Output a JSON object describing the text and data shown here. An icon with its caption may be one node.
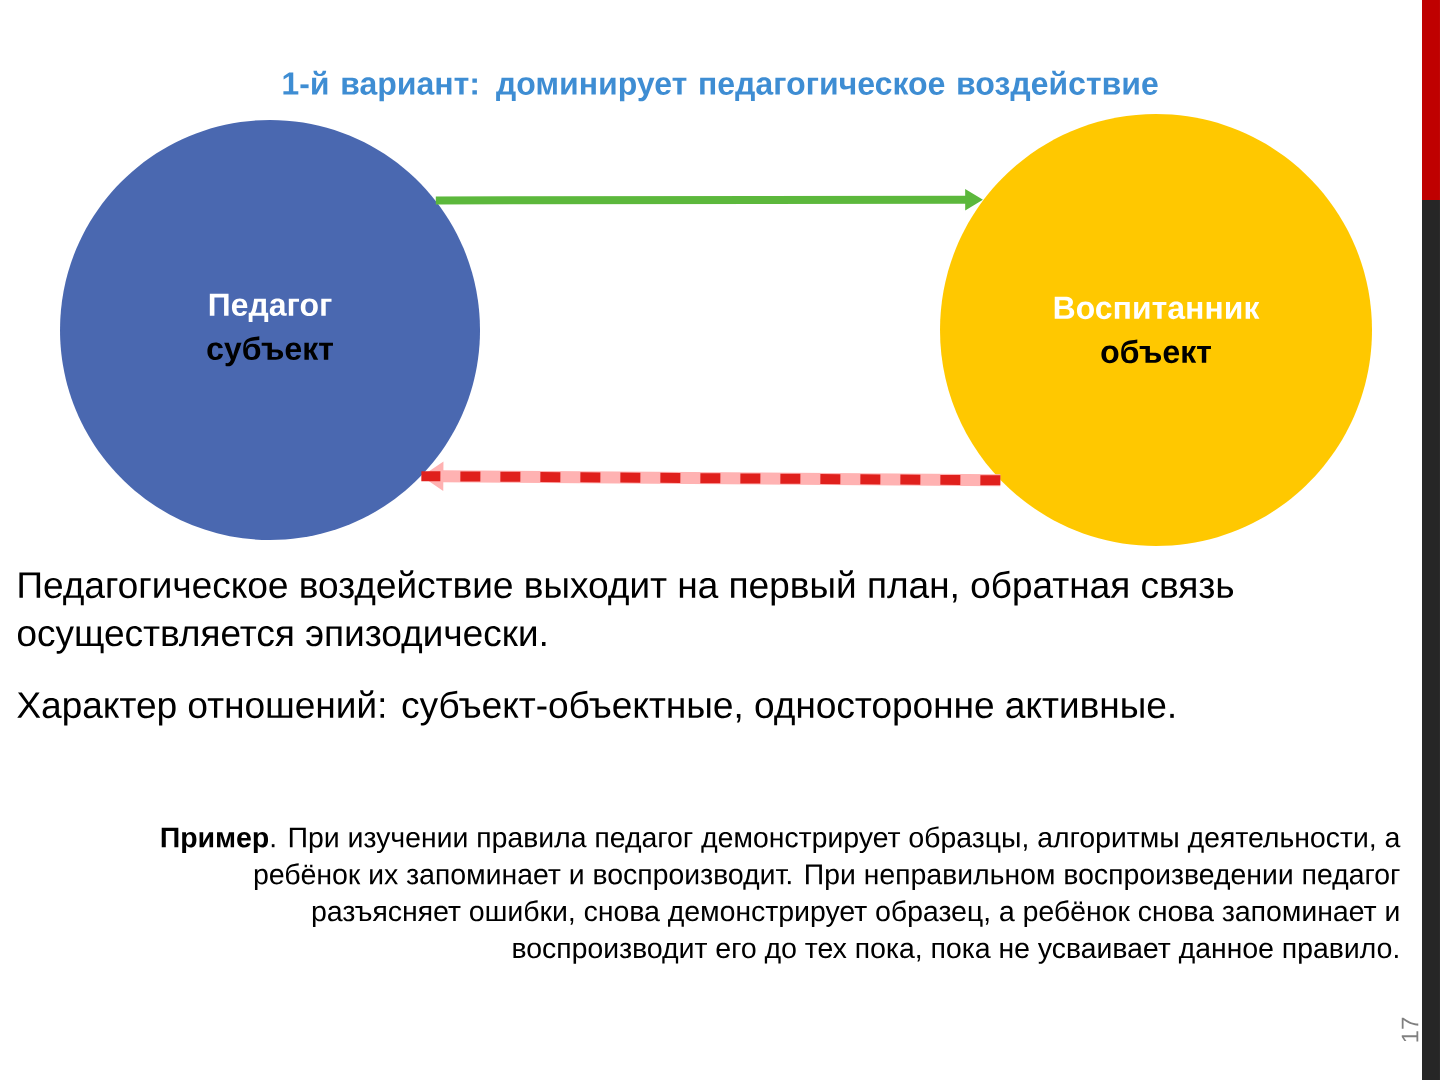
{
  "diagram": {
    "title": "1-й вариант: доминирует педагогическое воздействие",
    "nodes": [
      {
        "text": [
          "Педагог",
          "субъект"
        ]
      },
      {
        "text": [
          "Воспитанник",
          "объект"
        ]
      }
    ],
    "edges": [
      {
        "from": 0,
        "to": 1,
        "arrow": "to",
        "color": "#5cb83c"
      },
      {
        "from": 1,
        "to": 0,
        "arrow": "to",
        "style": "dashed",
        "color": "#e0201c"
      }
    ],
    "labels": [
      "Педагогическое воздействие выходит на первый план, обратная связь осуществляется эпизодически.",
      "Характер отношений: субъект-объектные, односторонне активные.",
      "**Пример**. При изучении правила педагог демонстрирует образцы, алгоритмы деятельности, а ребёнок их запоминает и воспроизводит. При неправильном воспроизведении педагог разъясняет ошибки, снова демонстрирует образец, а ребёнок снова запоминает и воспроизводит его до тех пока, пока не усваивает данное правило.",
      "17"
    ]
  }
}
